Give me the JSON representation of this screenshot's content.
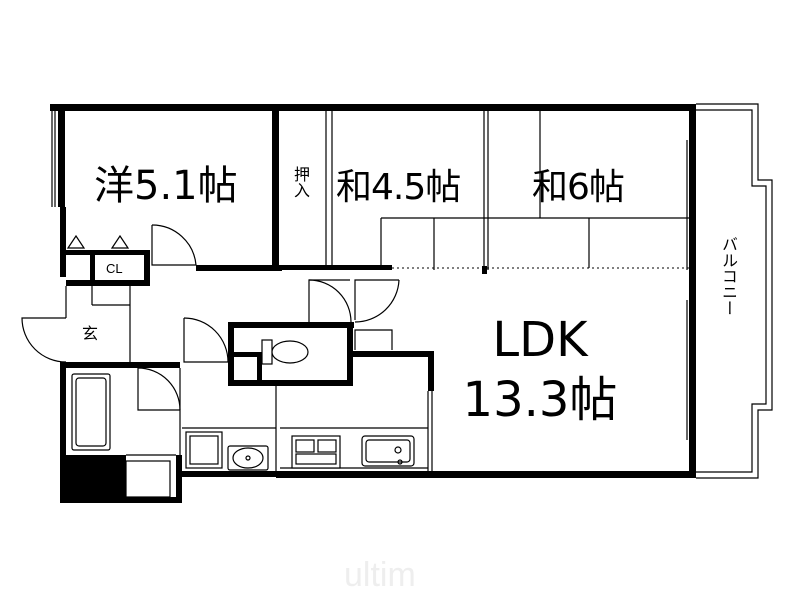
{
  "rooms": {
    "western": "洋5.1帖",
    "japanese_small": "和4.5帖",
    "japanese_large": "和6帖",
    "ldk_name": "LDK",
    "ldk_size": "13.3帖"
  },
  "labels": {
    "closet_oshiire": "押入",
    "closet_cl": "CL",
    "entrance": "玄",
    "balcony": "バルコニー"
  },
  "watermark": "ultim",
  "colors": {
    "line": "#000000",
    "background": "#ffffff",
    "watermark": "#eeeeee"
  }
}
